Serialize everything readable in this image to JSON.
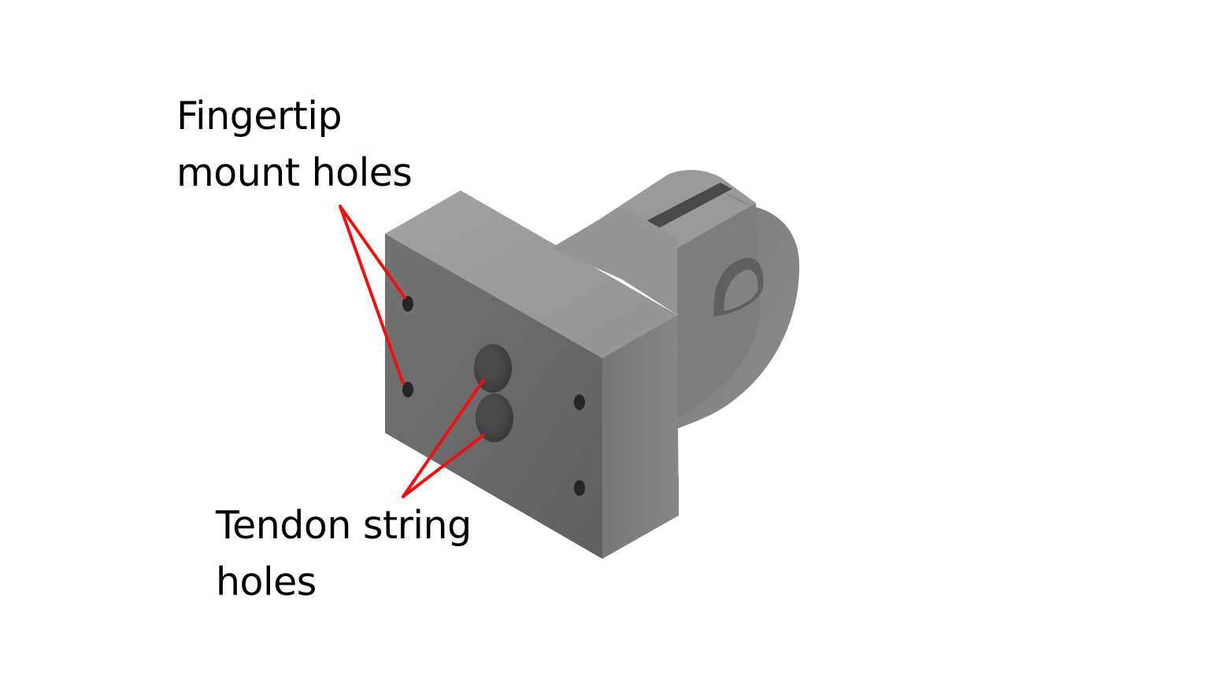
{
  "annotations": {
    "fingertip": {
      "line1": "Fingertip",
      "line2": "mount holes"
    },
    "tendon": {
      "line1": "Tendon string",
      "line2": "holes"
    }
  },
  "colors": {
    "background": "#ffffff",
    "leader_line": "#ee1111",
    "part_top": "#9e9e9e",
    "part_front": "#6e6e6e",
    "part_side": "#7c7c7c",
    "hole": "#262626"
  }
}
